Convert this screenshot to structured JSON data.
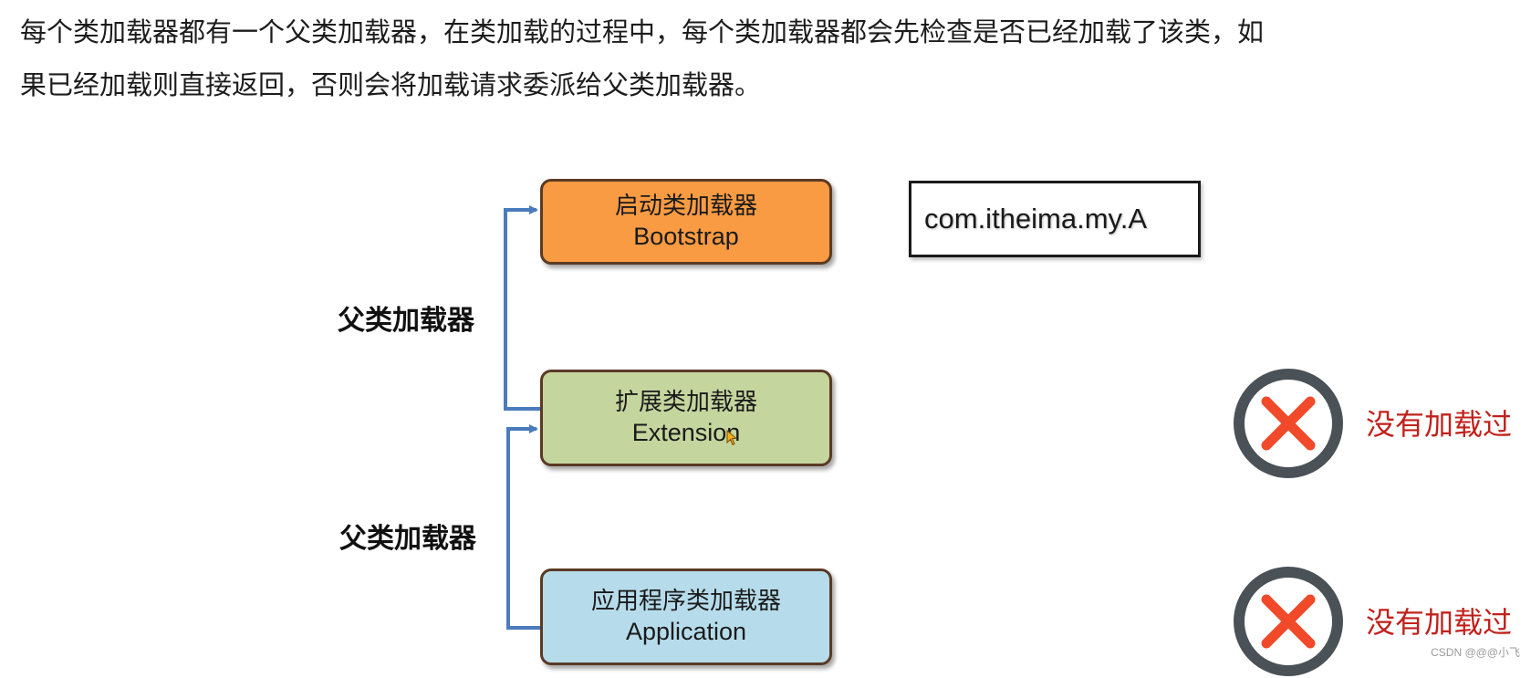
{
  "intro": {
    "line1": "每个类加载器都有一个父类加载器，在类加载的过程中，每个类加载器都会先检查是否已经加载了该类，如",
    "line2": "果已经加载则直接返回，否则会将加载请求委派给父类加载器。"
  },
  "loaders": {
    "bootstrap": {
      "zh": "启动类加载器",
      "en": "Bootstrap",
      "color": "#f99b42"
    },
    "extension": {
      "zh": "扩展类加载器",
      "en": "Extension",
      "color": "#c5d59e"
    },
    "application": {
      "zh": "应用程序类加载器",
      "en": "Application",
      "color": "#b6dceb"
    }
  },
  "parent_label": "父类加载器",
  "class_name": "com.itheima.my.A",
  "status": {
    "not_loaded": "没有加载过",
    "icon": "x-circle-icon",
    "text_color": "#c0211b",
    "ring_color": "#4a5257",
    "x_color": "#f04a2a"
  },
  "arrow_color": "#4a7bbd",
  "watermark": "CSDN @@@小飞"
}
